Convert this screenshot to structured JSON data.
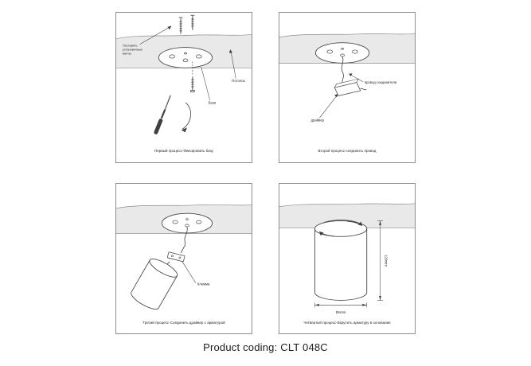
{
  "page": {
    "product_coding": "Product coding: CLT 048C"
  },
  "colors": {
    "ceiling_fill": "#e9e9e9",
    "line_color": "#3f3f3f",
    "panel_border": "#8c8c8c"
  },
  "panels": [
    {
      "name": "step-1-fix-base",
      "labels": {
        "install_screws_lines": [
          "Поставить",
          "установочные",
          "винты"
        ],
        "base": "База",
        "ceiling": "Потолок",
        "caption": "Первый процесс-Фиксировать базу"
      }
    },
    {
      "name": "step-2-connect-wire",
      "labels": {
        "wire_connectors": "провод соединители",
        "driver": "драйвер",
        "caption": "Второй процесс-соединить провод"
      }
    },
    {
      "name": "step-3-connect-driver",
      "labels": {
        "terminal": "Клемма",
        "caption": "Третий процесс-Соединить драйвер с арматурой"
      }
    },
    {
      "name": "step-4-screw-fixture",
      "labels": {
        "height": "120mm",
        "diameter": "55mm",
        "caption": "Четвертый процесс-Вкрутить арматуру в основание"
      }
    }
  ]
}
